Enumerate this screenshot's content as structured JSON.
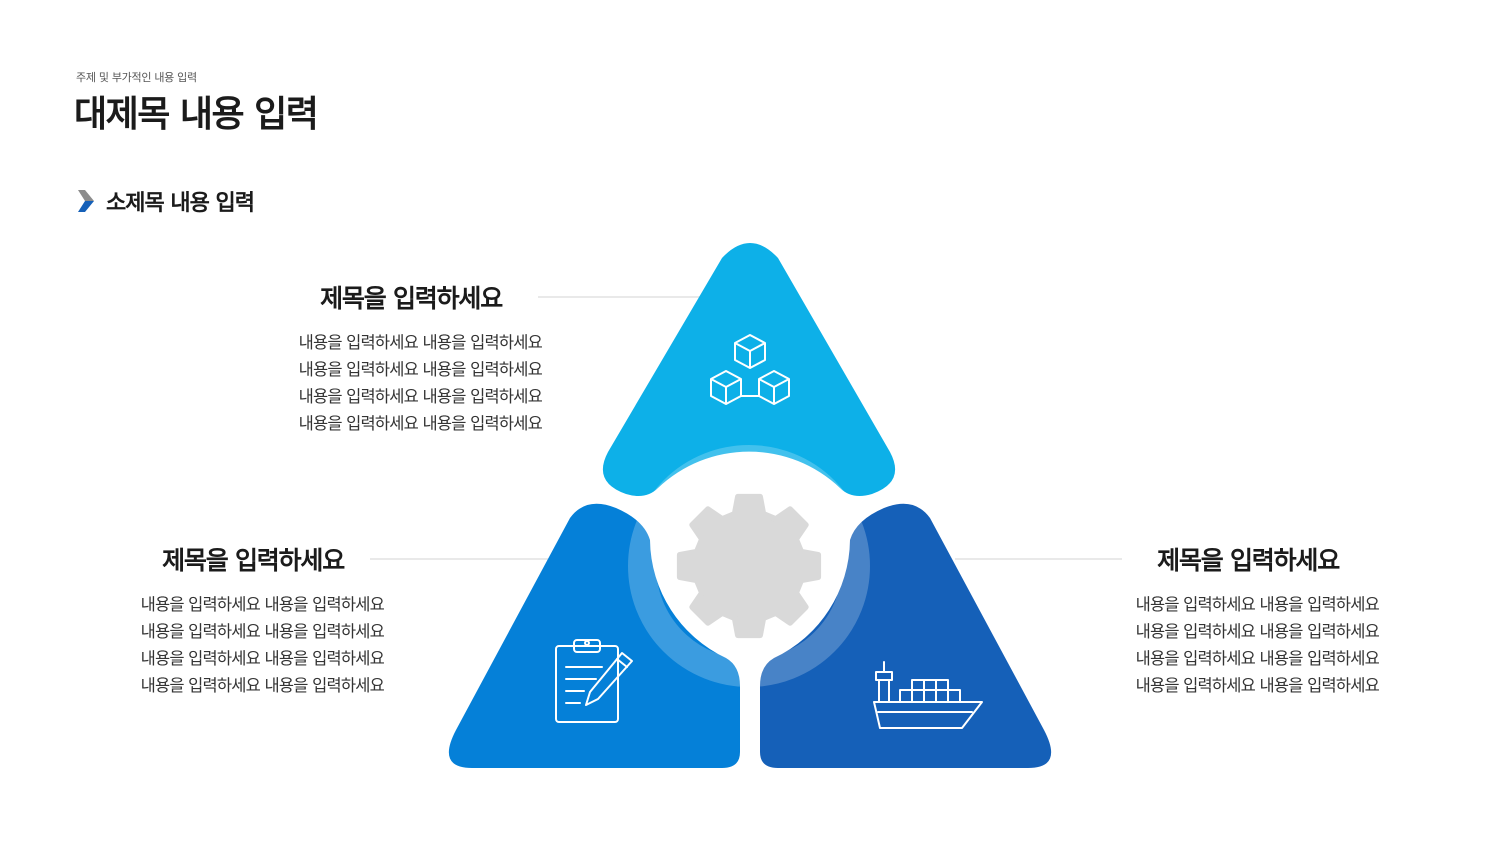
{
  "header": {
    "eyebrow": "주제 및 부가적인 내용 입력",
    "title": "대제목 내용 입력",
    "subtitle": "소제목 내용 입력"
  },
  "diagram": {
    "colors": {
      "top": "#0db0e8",
      "left": "#0580d8",
      "right": "#1560b8",
      "gear": "#d9d9d9"
    },
    "segments": {
      "top": {
        "icon": "cubes-icon"
      },
      "left": {
        "icon": "clipboard-pencil-icon"
      },
      "right": {
        "icon": "cargo-ship-icon"
      },
      "center": {
        "icon": "gear-icon"
      }
    }
  },
  "blocks": {
    "top": {
      "title": "제목을 입력하세요",
      "lines": [
        "내용을 입력하세요 내용을 입력하세요",
        "내용을 입력하세요 내용을 입력하세요",
        "내용을 입력하세요 내용을 입력하세요",
        "내용을 입력하세요 내용을 입력하세요"
      ]
    },
    "left": {
      "title": "제목을 입력하세요",
      "lines": [
        "내용을 입력하세요 내용을 입력하세요",
        "내용을 입력하세요 내용을 입력하세요",
        "내용을 입력하세요 내용을 입력하세요",
        "내용을 입력하세요 내용을 입력하세요"
      ]
    },
    "right": {
      "title": "제목을 입력하세요",
      "lines": [
        "내용을 입력하세요 내용을 입력하세요",
        "내용을 입력하세요 내용을 입력하세요",
        "내용을 입력하세요 내용을 입력하세요",
        "내용을 입력하세요 내용을 입력하세요"
      ]
    }
  }
}
